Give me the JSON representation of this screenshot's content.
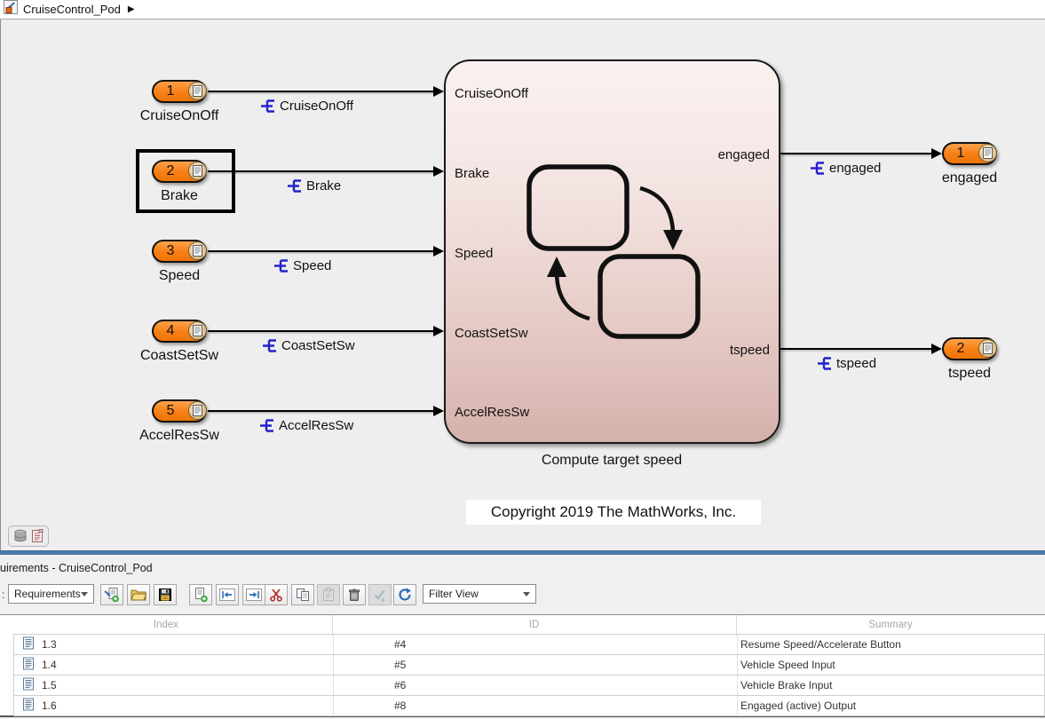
{
  "window": {
    "tab": {
      "icon": "simulink-model-icon",
      "title": "CruiseControl_Pod",
      "arrow": "▶"
    }
  },
  "canvas": {
    "inports": [
      {
        "number": "1",
        "name": "CruiseOnOff",
        "signal": "CruiseOnOff",
        "selected": false
      },
      {
        "number": "2",
        "name": "Brake",
        "signal": "Brake",
        "selected": true
      },
      {
        "number": "3",
        "name": "Speed",
        "signal": "Speed",
        "selected": false
      },
      {
        "number": "4",
        "name": "CoastSetSw",
        "signal": "CoastSetSw",
        "selected": false
      },
      {
        "number": "5",
        "name": "AccelResSw",
        "signal": "AccelResSw",
        "selected": false
      }
    ],
    "chart": {
      "inputs": [
        "CruiseOnOff",
        "Brake",
        "Speed",
        "CoastSetSw",
        "AccelResSw"
      ],
      "outputs": [
        "engaged",
        "tspeed"
      ],
      "name": "Compute target speed"
    },
    "outports": [
      {
        "number": "1",
        "name": "engaged",
        "signal": "engaged"
      },
      {
        "number": "2",
        "name": "tspeed",
        "signal": "tspeed"
      }
    ],
    "annotation": "Copyright 2019 The MathWorks, Inc.",
    "corner_badges": [
      "database-icon",
      "document-icon"
    ]
  },
  "panel": {
    "title": "uirements - CruiseControl_Pod",
    "toolbar": {
      "view_label": ":",
      "view_dropdown": "Requirements",
      "filter_dropdown": "Filter View",
      "buttons": [
        "new-requirement-set-icon",
        "open-folder-icon",
        "save-icon",
        "add-requirement-icon",
        "promote-requirement-icon",
        "demote-requirement-icon",
        "cut-icon",
        "copy-icon",
        "paste-icon",
        "delete-icon",
        "verify-icon",
        "refresh-icon"
      ]
    },
    "table": {
      "columns": [
        "Index",
        "ID",
        "Summary"
      ],
      "rows": [
        {
          "index": "1.3",
          "id": "#4",
          "summary": "Resume Speed/Accelerate Button"
        },
        {
          "index": "1.4",
          "id": "#5",
          "summary": "Vehicle Speed Input"
        },
        {
          "index": "1.5",
          "id": "#6",
          "summary": "Vehicle Brake Input"
        },
        {
          "index": "1.6",
          "id": "#8",
          "summary": "Engaged (active) Output"
        }
      ]
    }
  },
  "colors": {
    "port_orange": "#F6801D",
    "chart_gradient_top": "#FAF2F0",
    "chart_gradient_bottom": "#D4B1AB",
    "signal_badge_blue": "#2222CC",
    "splitter_blue": "#4C7CA9"
  }
}
